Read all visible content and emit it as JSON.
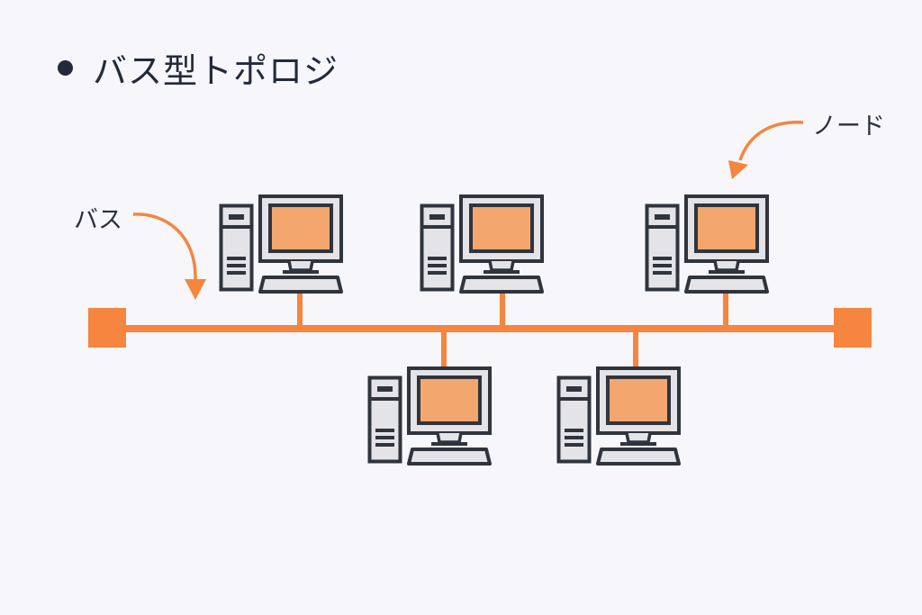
{
  "title": "バス型トポロジ",
  "labels": {
    "bus": "バス",
    "node": "ノード"
  },
  "colors": {
    "background": "#f7f6fa",
    "bus": "#f5853f",
    "text": "#232a3a",
    "outline": "#30343c",
    "case": "#e3e3e8",
    "screen": "#f3a66e"
  },
  "nodes": [
    {
      "id": "node-1",
      "side": "top"
    },
    {
      "id": "node-2",
      "side": "top"
    },
    {
      "id": "node-3",
      "side": "top"
    },
    {
      "id": "node-4",
      "side": "bottom"
    },
    {
      "id": "node-5",
      "side": "bottom"
    }
  ],
  "terminators": [
    "left",
    "right"
  ]
}
